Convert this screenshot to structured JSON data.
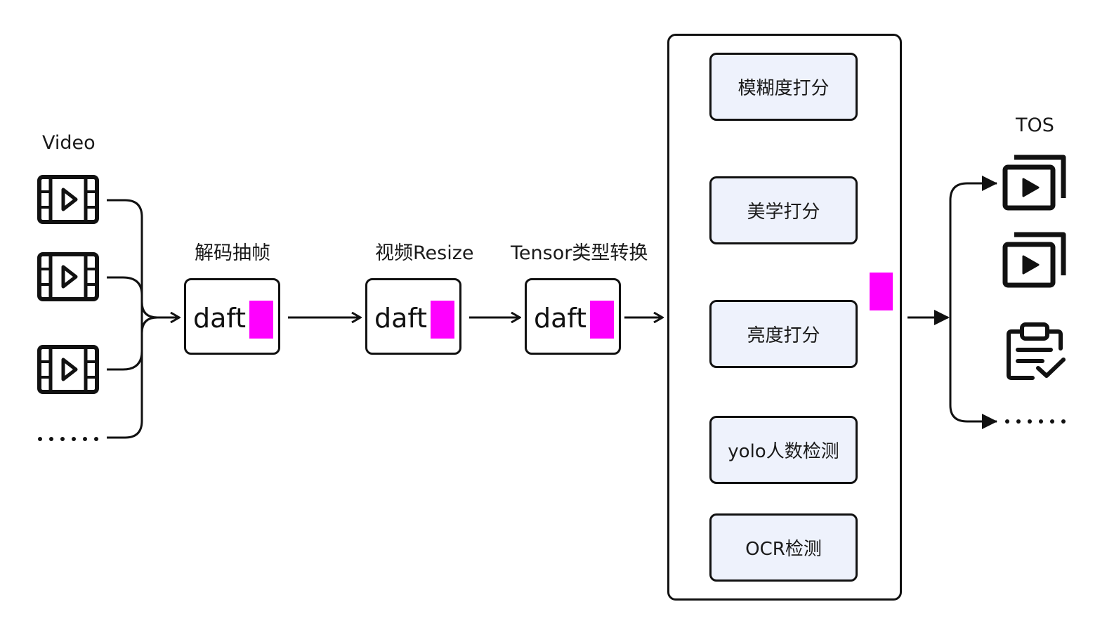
{
  "input": {
    "label": "Video"
  },
  "stages": [
    {
      "title": "解码抽帧",
      "box_text": "daft"
    },
    {
      "title": "视频Resize",
      "box_text": "daft"
    },
    {
      "title": "Tensor类型转换",
      "box_text": "daft"
    }
  ],
  "operators": [
    {
      "label": "模糊度打分"
    },
    {
      "label": "美学打分"
    },
    {
      "label": "亮度打分"
    },
    {
      "label": "yolo人数检测"
    },
    {
      "label": "OCR检测"
    }
  ],
  "output": {
    "label": "TOS"
  },
  "colors": {
    "marker": "#ff00ff",
    "operator_fill": "#eef2fc",
    "stroke": "#111111"
  }
}
